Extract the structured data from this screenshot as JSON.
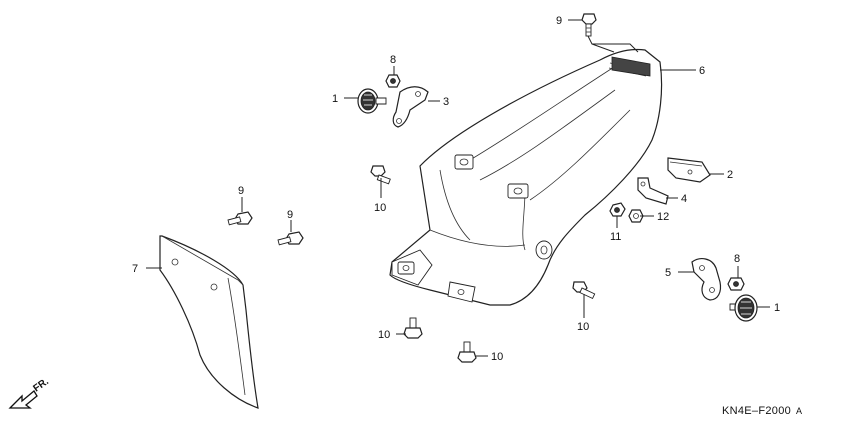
{
  "diagram_code": "KN4E–F2000",
  "diagram_suffix": "A",
  "direction_label": "FR.",
  "callouts": [
    {
      "id": "c1a",
      "text": "1"
    },
    {
      "id": "c1b",
      "text": "1"
    },
    {
      "id": "c2",
      "text": "2"
    },
    {
      "id": "c3",
      "text": "3"
    },
    {
      "id": "c4",
      "text": "4"
    },
    {
      "id": "c5",
      "text": "5"
    },
    {
      "id": "c6",
      "text": "6"
    },
    {
      "id": "c7",
      "text": "7"
    },
    {
      "id": "c8a",
      "text": "8"
    },
    {
      "id": "c8b",
      "text": "8"
    },
    {
      "id": "c9a",
      "text": "9"
    },
    {
      "id": "c9b",
      "text": "9"
    },
    {
      "id": "c9c",
      "text": "9"
    },
    {
      "id": "c10a",
      "text": "10"
    },
    {
      "id": "c10b",
      "text": "10"
    },
    {
      "id": "c10c",
      "text": "10"
    },
    {
      "id": "c10d",
      "text": "10"
    },
    {
      "id": "c11",
      "text": "11"
    },
    {
      "id": "c12",
      "text": "12"
    }
  ]
}
